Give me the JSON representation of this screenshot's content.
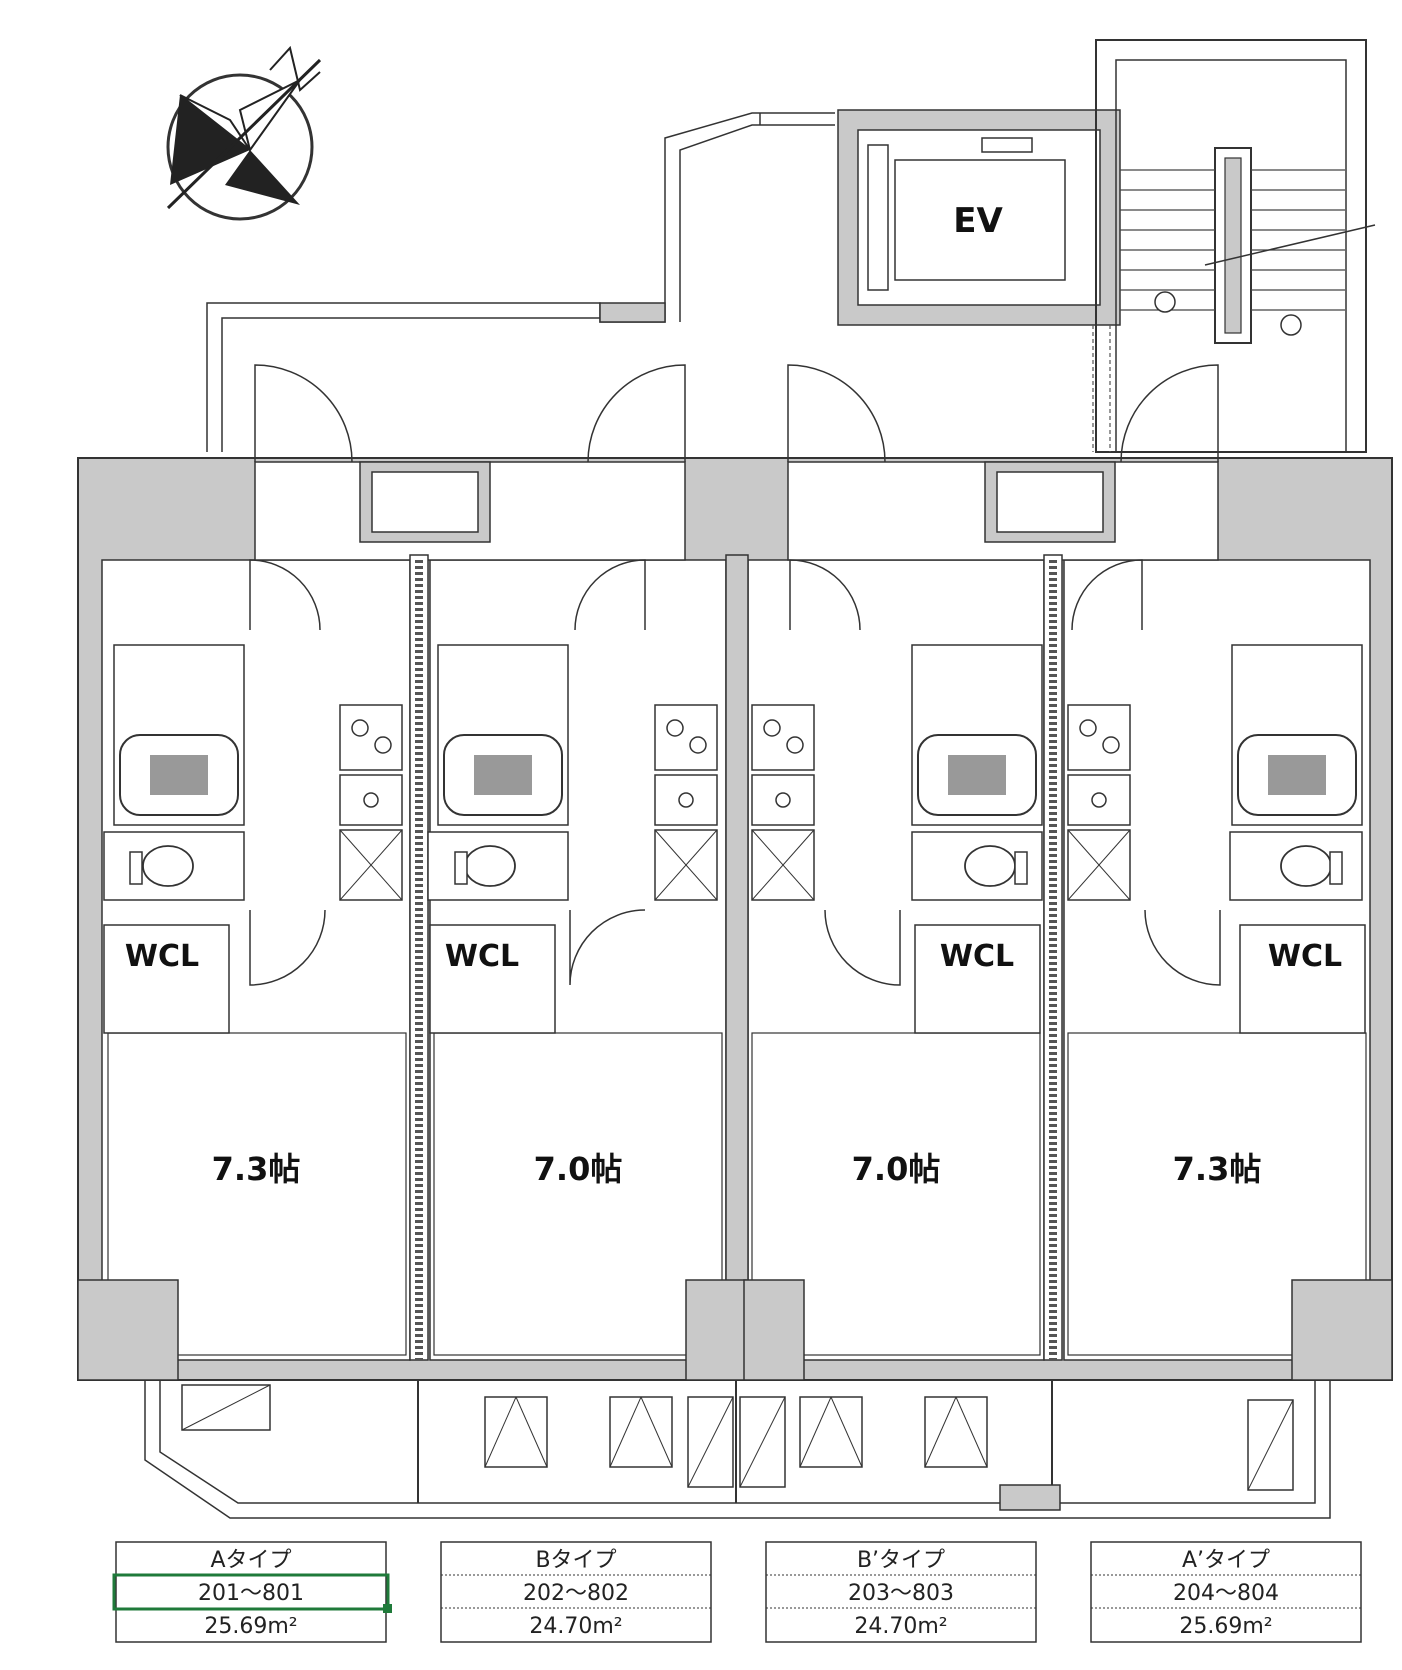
{
  "ev_label": "EV",
  "units": [
    {
      "tatami": "7.3帖",
      "wcl": "WCL",
      "type": "Aタイプ",
      "rooms": "201～801",
      "area": "25.69m²"
    },
    {
      "tatami": "7.0帖",
      "wcl": "WCL",
      "type": "Bタイプ",
      "rooms": "202～802",
      "area": "24.70m²"
    },
    {
      "tatami": "7.0帖",
      "wcl": "WCL",
      "type": "B’タイプ",
      "rooms": "203～803",
      "area": "24.70m²"
    },
    {
      "tatami": "7.3帖",
      "wcl": "WCL",
      "type": "A’タイプ",
      "rooms": "204～804",
      "area": "25.69m²"
    }
  ],
  "colors": {
    "wall_fill": "#c9c9c9",
    "line": "#333333",
    "selection": "#1f7a3a"
  },
  "icons": [
    "compass-icon",
    "elevator-icon",
    "stairs-icon",
    "bathtub-icon",
    "toilet-icon",
    "sink-icon",
    "stove-icon",
    "door-swing-icon"
  ]
}
